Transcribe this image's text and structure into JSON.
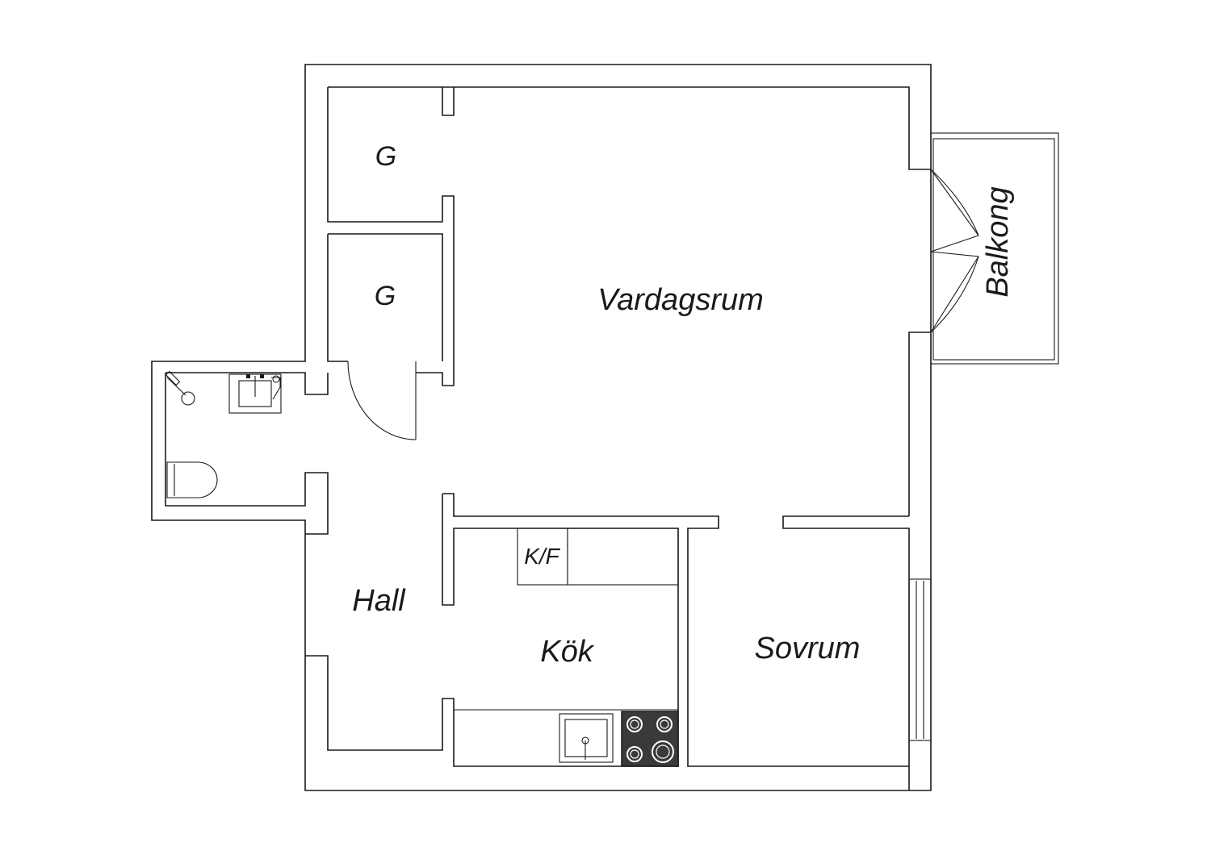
{
  "rooms": {
    "storage_1": "G",
    "storage_2": "G",
    "living_room": "Vardagsrum",
    "balcony": "Balkong",
    "hall": "Hall",
    "kitchen": "Kök",
    "fridge_freezer": "K/F",
    "bedroom": "Sovrum"
  },
  "fixtures": [
    "shower-icon",
    "sink-icon",
    "toilet-icon",
    "kitchen-sink-icon",
    "stove-icon"
  ],
  "colors": {
    "wall": "#1a1a1a",
    "background": "#ffffff",
    "stove": "#3a3a3a"
  }
}
